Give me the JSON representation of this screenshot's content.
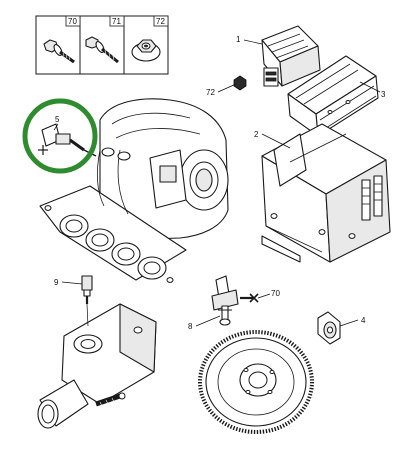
{
  "fastener_table": {
    "cells": [
      {
        "part_no": "70",
        "icon": "bolt-with-washer-icon"
      },
      {
        "part_no": "71",
        "icon": "screw-with-washer-icon"
      },
      {
        "part_no": "72",
        "icon": "flange-nut-icon"
      }
    ]
  },
  "callouts": {
    "ecu": "1",
    "ecu_tray": "2",
    "bracket": "3",
    "sensor_4": "4",
    "sensor_5": "5",
    "sensor_8": "8",
    "sensor_9": "9",
    "bolt_70": "70",
    "nut_72": "72"
  },
  "highlight": {
    "target": "5",
    "color": "#2e8b2e"
  }
}
